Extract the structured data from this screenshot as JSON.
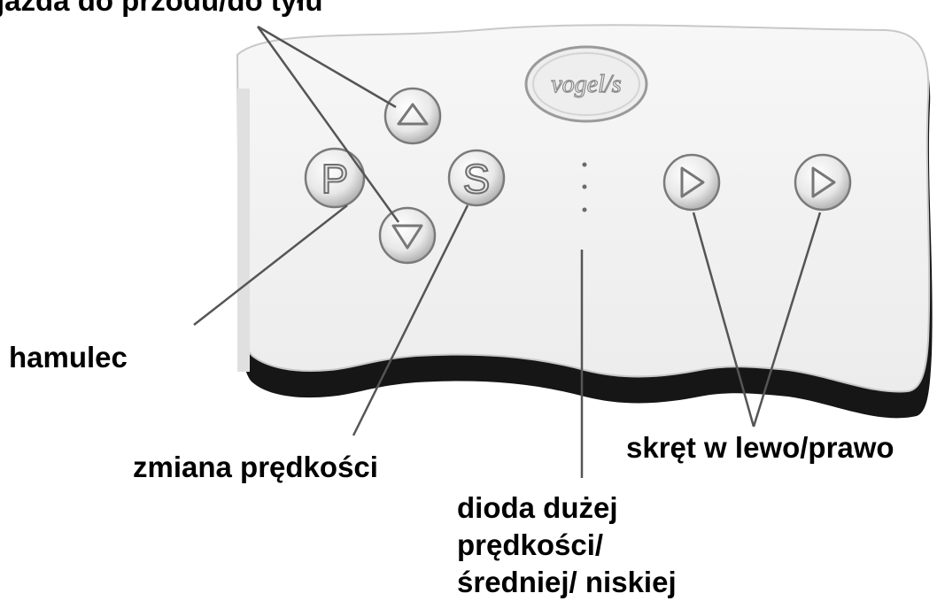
{
  "labels": {
    "forward_backward": "jazda do przodu/do tyłu",
    "brake": "hamulec",
    "speed_change": "zmiana prędkości",
    "turn": "skręt w lewo/prawo",
    "speed_led": [
      "dioda dużej",
      "prędkości/",
      "średniej/ niskiej"
    ]
  },
  "panel": {
    "logo_text": "vogel/s"
  },
  "buttons": {
    "brake_symbol": "P",
    "speed_symbol": "S"
  },
  "icons": {
    "forward": "arrow-up-icon",
    "backward": "arrow-down-icon",
    "left": "arrow-left-icon",
    "right": "arrow-right-icon"
  },
  "colors": {
    "panel_face": "#f2f2f2",
    "panel_shadow": "#1a1a1a",
    "button_fill": "#e6e6e6",
    "callout_line": "#555555"
  }
}
